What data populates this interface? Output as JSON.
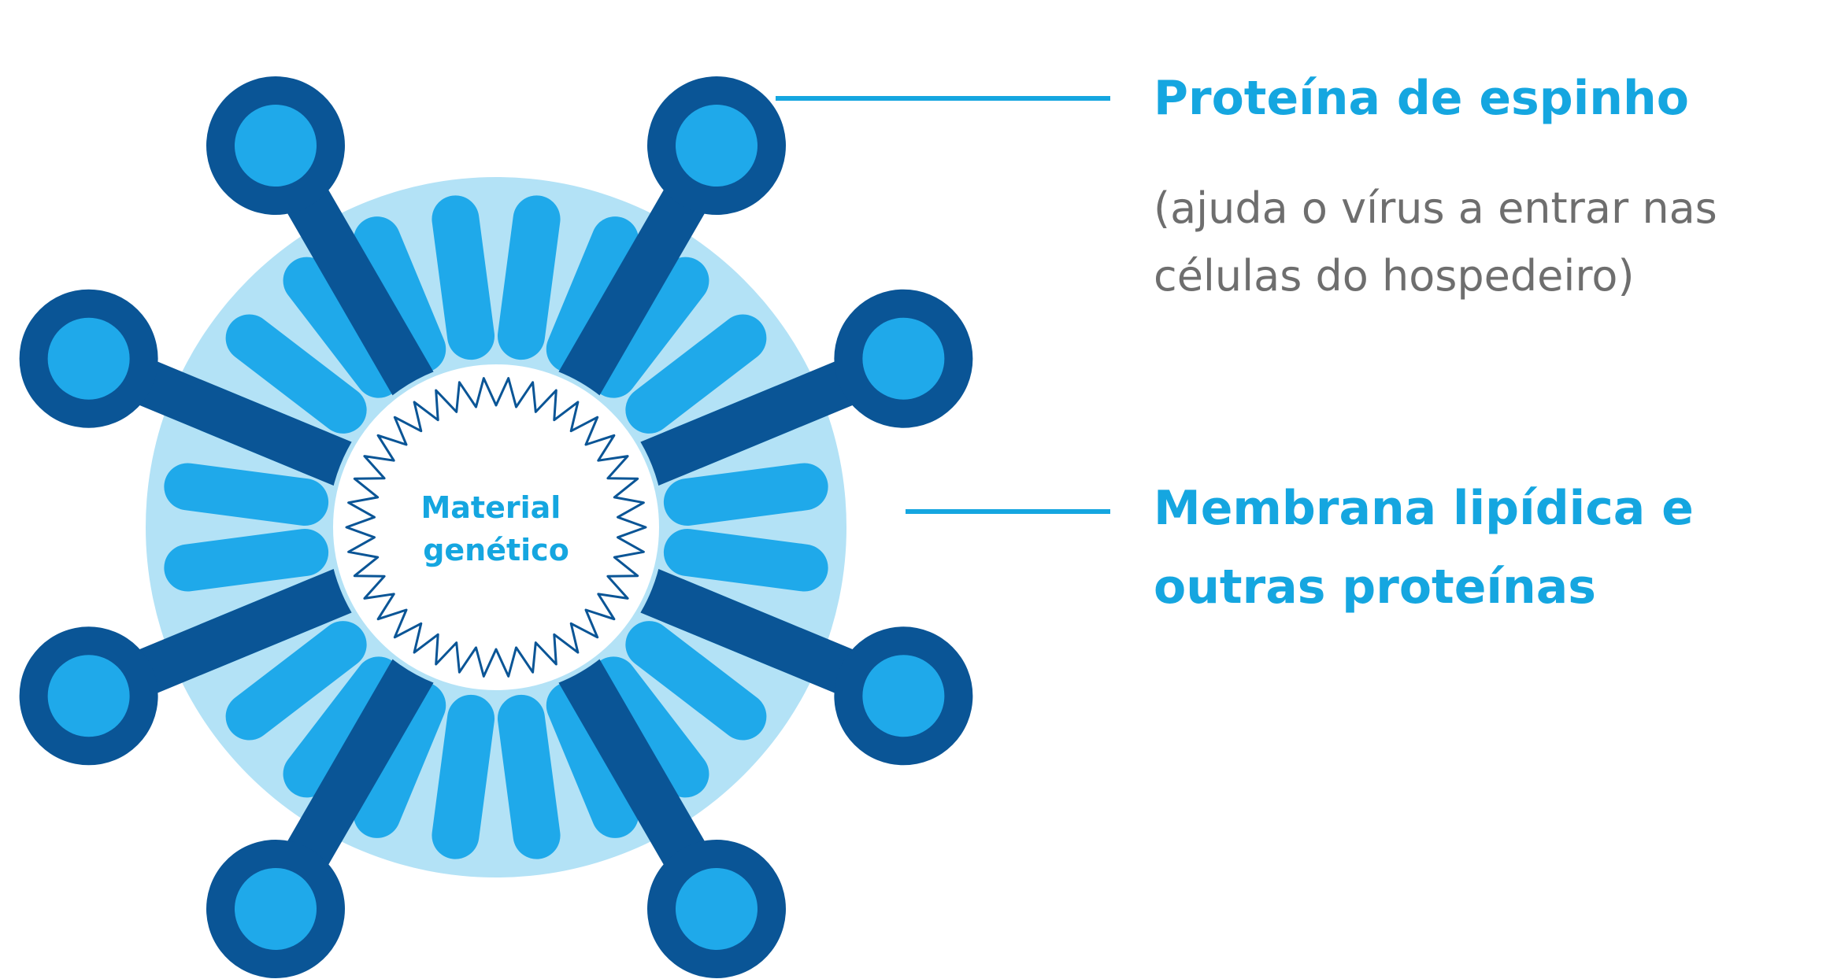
{
  "virus": {
    "core_label": [
      "Material",
      "genético"
    ]
  },
  "labels": {
    "spike": {
      "title": "Proteína de espinho",
      "description": [
        "(ajuda o vírus a entrar nas",
        "células do hospedeiro)"
      ]
    },
    "membrane": {
      "title": [
        "Membrana lipídica e",
        "outras proteínas"
      ]
    }
  },
  "colors": {
    "accent": "#15a6e0",
    "dark_blue": "#0a5596",
    "mid_blue": "#1fa9ea",
    "light_blue": "#b3e2f6",
    "text_gray": "#6e6e6e",
    "white": "#ffffff"
  }
}
